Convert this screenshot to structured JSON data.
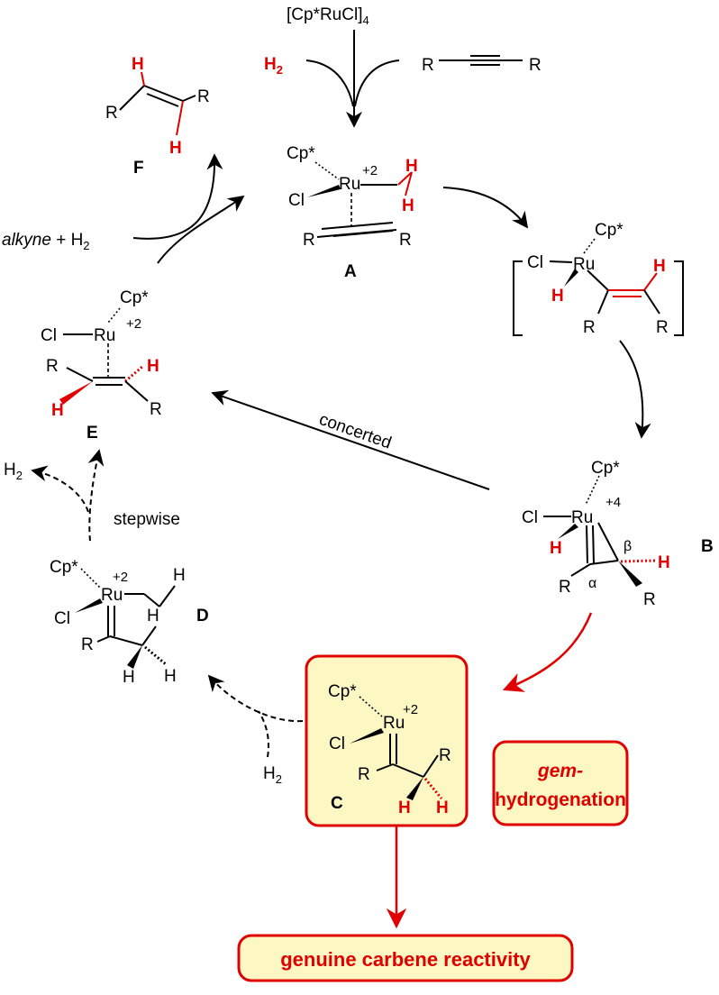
{
  "precatalyst": {
    "formula": "[Cp*RuCl]",
    "sub": "4"
  },
  "reagents": {
    "h2": "H",
    "h2_sub": "2",
    "alkyne_r_left": "R",
    "alkyne_r_right": "R"
  },
  "F": {
    "label": "F",
    "atoms": {
      "h_top": "H",
      "h_bottom": "H",
      "r_left": "R",
      "r_right": "R"
    }
  },
  "A": {
    "label": "A",
    "cp": "Cp*",
    "ru": "Ru",
    "charge": "+2",
    "cl": "Cl",
    "h_a": "H",
    "h_b": "H",
    "r_left": "R",
    "r_right": "R"
  },
  "vinyl": {
    "cp": "Cp*",
    "cl": "Cl",
    "ru": "Ru",
    "h_ru": "H",
    "h_vinyl": "H",
    "r_left": "R",
    "r_right": "R"
  },
  "B": {
    "label": "B",
    "cp": "Cp*",
    "cl": "Cl",
    "ru": "Ru",
    "charge": "+4",
    "h_ru": "H",
    "h_beta": "H",
    "alpha": "α",
    "beta": "β",
    "r_left": "R",
    "r_right": "R"
  },
  "C": {
    "label": "C",
    "cp": "Cp*",
    "cl": "Cl",
    "ru": "Ru",
    "charge": "+2",
    "r_left": "R",
    "r_right": "R",
    "h1": "H",
    "h2": "H"
  },
  "D": {
    "label": "D",
    "cp": "Cp*",
    "ru": "Ru",
    "charge": "+2",
    "cl": "Cl",
    "h_top": "H",
    "h_agostic": "H",
    "r": "R",
    "h_b1": "H",
    "h_b2": "H"
  },
  "E": {
    "label": "E",
    "cp": "Cp*",
    "cl": "Cl",
    "ru": "Ru",
    "charge": "+2",
    "r_top": "R",
    "h_top": "H",
    "h_left": "H",
    "r_right": "R"
  },
  "labels": {
    "alkyne_text": "alkyne",
    "alkyne_rest": " + H",
    "alkyne_sub": "2",
    "concerted": "concerted",
    "stepwise": "stepwise",
    "h2_release": "H",
    "h2_release_sub": "2",
    "h2_add": "H",
    "h2_add_sub": "2",
    "gem_line1": "gem-",
    "gem_line2": "hydrogenation",
    "carbene": "genuine carbene reactivity"
  },
  "colors": {
    "red": "#e00000",
    "box_fill": "#fdf8c3",
    "box_stroke": "#e00000",
    "black": "#000000"
  }
}
